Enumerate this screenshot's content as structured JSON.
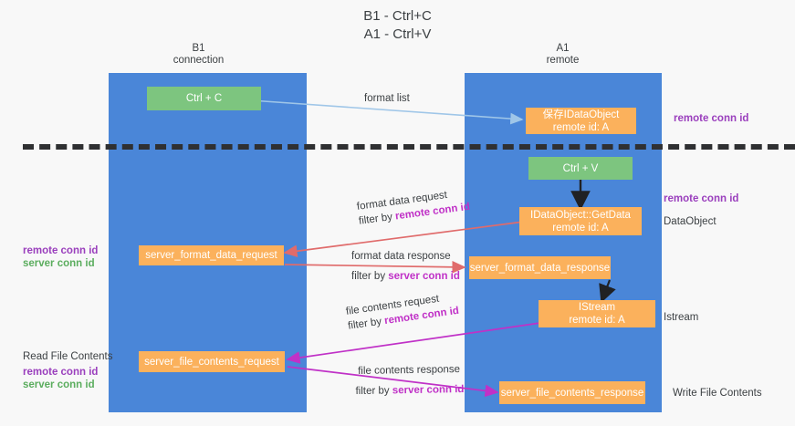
{
  "title": "B1 - Ctrl+C\nA1 - Ctrl+V",
  "lanes": [
    {
      "name": "lane-b1",
      "header": "B1\nconnection"
    },
    {
      "name": "lane-a1",
      "header": "A1\nremote"
    }
  ],
  "nodes": {
    "ctrl_c": "Ctrl + C",
    "save_idataobject": "保存IDataObject\nremote id: A",
    "ctrl_v": "Ctrl + V",
    "getdata": "IDataObject::GetData\nremote id: A",
    "server_format_data_request": "server_format_data_request",
    "server_format_data_response": "server_format_data_response",
    "istream": "IStream\nremote id: A",
    "server_file_contents_request": "server_file_contents_request",
    "server_file_contents_response": "server_file_contents_response"
  },
  "edges": {
    "format_list": "format list",
    "format_data_request_l1": "format data request",
    "format_data_request_l2a": "filter by ",
    "format_data_request_l2b": "remote conn id",
    "format_data_response_l1": "format data response",
    "format_data_response_l2a": "filter by ",
    "format_data_response_l2b": "server conn id",
    "file_contents_request_l1": "file contents request",
    "file_contents_request_l2a": "filter by ",
    "file_contents_request_l2b": "remote conn id",
    "file_contents_response_l1": "file contents response",
    "file_contents_response_l2a": "filter by ",
    "file_contents_response_l2b": "server conn id"
  },
  "annotations": {
    "right_remote_conn_id_top": "remote conn id",
    "right_remote_conn_id_mid": "remote conn id",
    "right_dataobject": "DataObject",
    "right_istream": "Istream",
    "right_write_file_contents": "Write File Contents",
    "left_remote_conn_id": "remote conn id",
    "left_server_conn_id": "server conn id",
    "left_read_file_contents": "Read File Contents",
    "left_remote_conn_id_2": "remote conn id",
    "left_server_conn_id_2": "server conn id"
  },
  "colors": {
    "lane_blue": "#4a86d8",
    "node_green": "#7dc57f",
    "node_orange": "#fbb15c",
    "arrow_blue": "#9fc6e8",
    "arrow_red": "#e06b6b",
    "arrow_magenta": "#c031c7",
    "arrow_black": "#202124",
    "text_purple": "#9a3fbd",
    "text_green": "#5bad5e",
    "divider": "#2f3032"
  }
}
